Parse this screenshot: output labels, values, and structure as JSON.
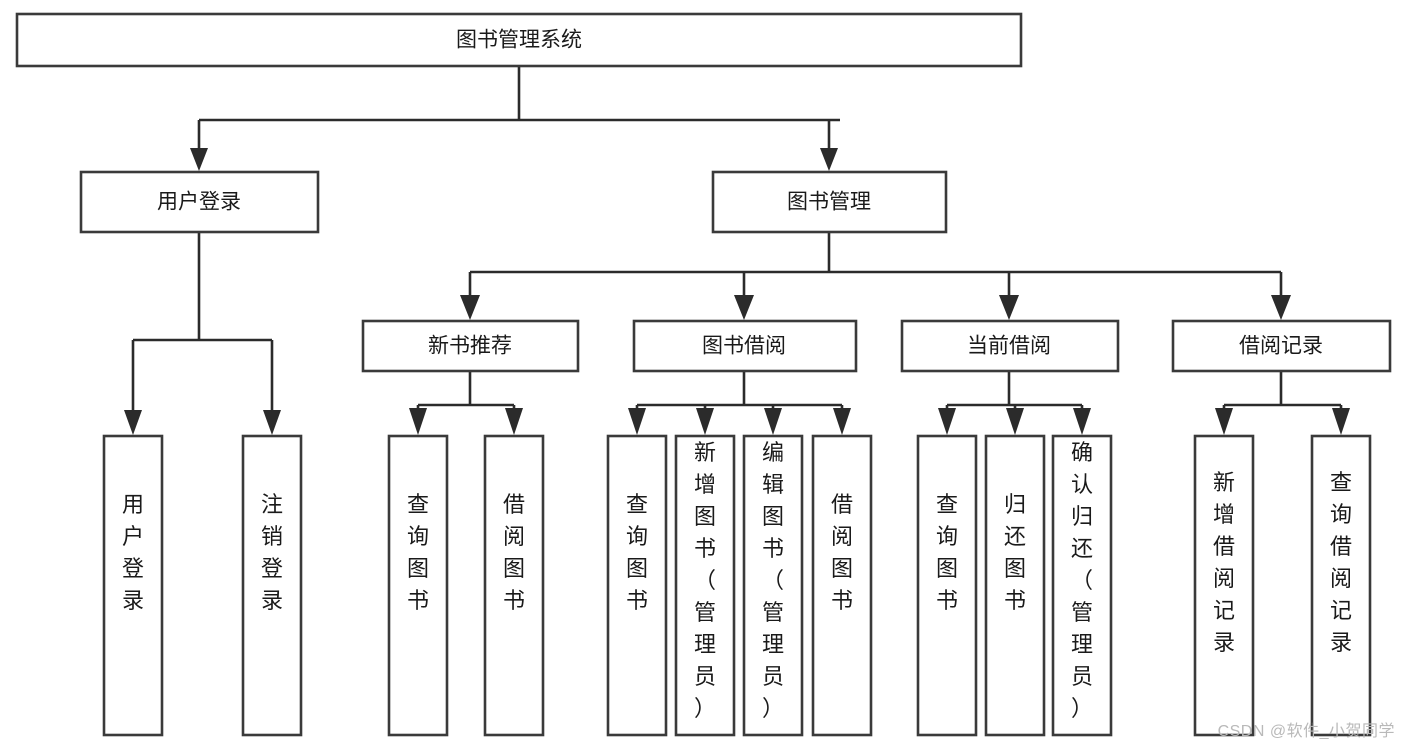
{
  "diagram": {
    "title": "图书管理系统",
    "type": "functional-structure-tree",
    "watermark": "CSDN @软件_小贺同学",
    "colors": {
      "box_stroke": "#3a3a3a",
      "connector": "#2b2b2b",
      "text": "#1a1a1a",
      "background": "#ffffff",
      "watermark": "#b9b9b9"
    },
    "root": {
      "label": "图书管理系统"
    },
    "level1": [
      {
        "label": "用户登录"
      },
      {
        "label": "图书管理"
      }
    ],
    "level2": [
      {
        "label": "新书推荐"
      },
      {
        "label": "图书借阅"
      },
      {
        "label": "当前借阅"
      },
      {
        "label": "借阅记录"
      }
    ],
    "leaves": {
      "user_login": [
        {
          "label": "用户登录"
        },
        {
          "label": "注销登录"
        }
      ],
      "new_book_recommend": [
        {
          "label": "查询图书"
        },
        {
          "label": "借阅图书"
        }
      ],
      "book_borrow": [
        {
          "label": "查询图书"
        },
        {
          "label": "新增图书（管理员）"
        },
        {
          "label": "编辑图书（管理员）"
        },
        {
          "label": "借阅图书"
        }
      ],
      "current_borrow": [
        {
          "label": "查询图书"
        },
        {
          "label": "归还图书"
        },
        {
          "label": "确认归还（管理员）"
        }
      ],
      "borrow_record": [
        {
          "label": "新增借阅记录"
        },
        {
          "label": "查询借阅记录"
        }
      ]
    }
  }
}
